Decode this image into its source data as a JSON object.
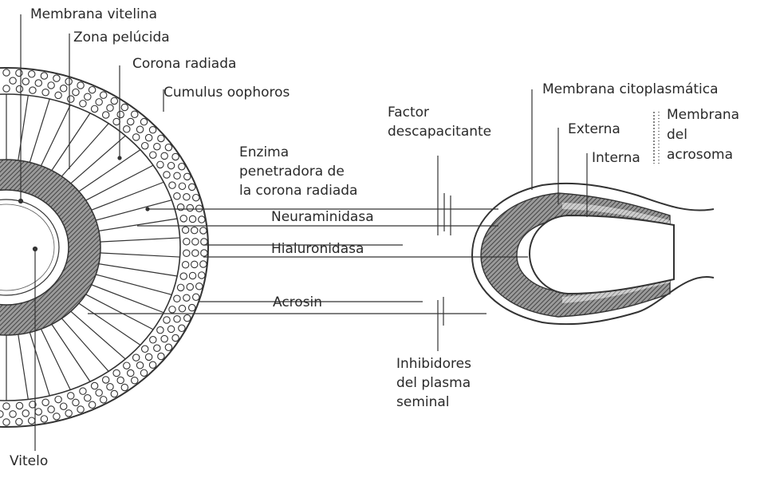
{
  "labels": {
    "membrana_vitelina": "Membrana vitelina",
    "zona_pelucida": "Zona pelúcida",
    "corona_radiada": "Corona radiada",
    "cumulus": "Cumulus oophoros",
    "vitelo": "Vitelo",
    "enzima_line1": "Enzima",
    "enzima_line2": "penetradora de",
    "enzima_line3": "la corona radiada",
    "neuraminidasa": "Neuraminidasa",
    "hialuronidasa": "Hialuronidasa",
    "acrosin": "Acrosin",
    "factor_line1": "Factor",
    "factor_line2": "descapacitante",
    "inhibidores_line1": "Inhibidores",
    "inhibidores_line2": "del plasma",
    "inhibidores_line3": "seminal",
    "membrana_citoplasmatica": "Membrana citoplasmática",
    "externa": "Externa",
    "interna": "Interna",
    "membrana_acrosoma_line1": "Membrana",
    "membrana_acrosoma_line2": "del",
    "membrana_acrosoma_line3": "acrosoma"
  },
  "colors": {
    "ink": "#2a2a2a",
    "hatch": "#555555",
    "zona_fill": "#6e6e6e",
    "background": "#ffffff"
  }
}
